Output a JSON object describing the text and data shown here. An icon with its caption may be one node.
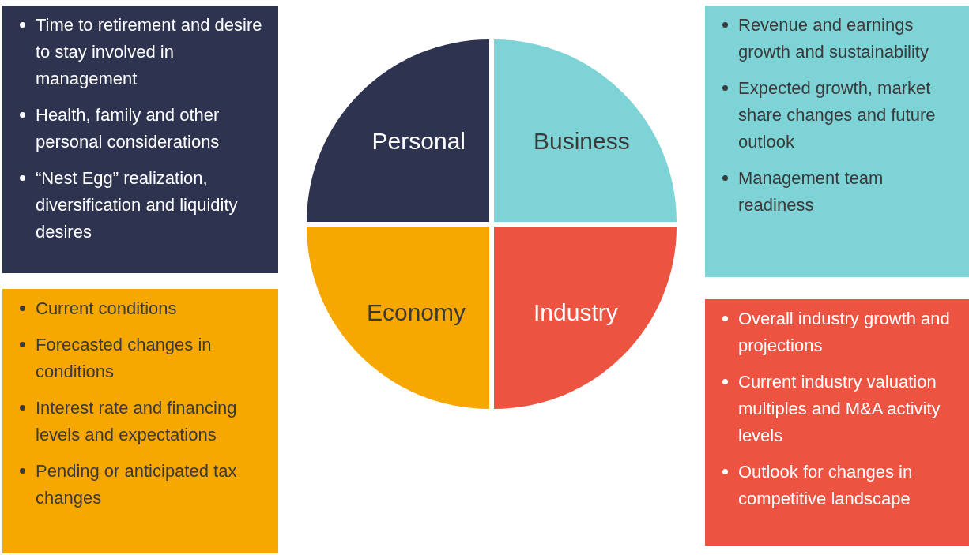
{
  "diagram": {
    "nodes": [
      {
        "text": [
          "Time to retirement and desire to stay involved in management",
          "Health, family and other personal considerations",
          "“Nest Egg” realization, diversification and liquidity desires"
        ]
      },
      {
        "text": [
          "Personal"
        ]
      },
      {
        "text": [
          "Business"
        ]
      },
      {
        "text": [
          "Revenue and earnings growth and sustainability",
          "Expected growth, market share changes and future outlook",
          "Management team readiness"
        ]
      },
      {
        "text": [
          "Current conditions",
          "Forecasted changes in conditions",
          "Interest rate and financing levels and expectations",
          "Pending or anticipated tax changes"
        ]
      },
      {
        "text": [
          "Economy"
        ]
      },
      {
        "text": [
          "Industry"
        ]
      },
      {
        "text": [
          "Overall industry growth and projections",
          "Current industry valuation multiples and M&A activity levels",
          "Outlook for changes in competitive landscape"
        ]
      }
    ],
    "edges": []
  }
}
